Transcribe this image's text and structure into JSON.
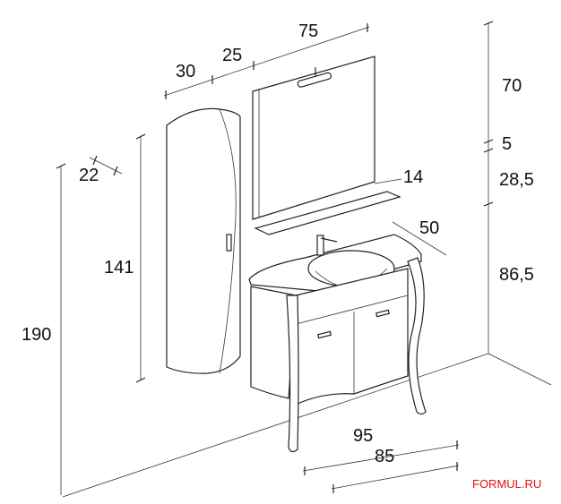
{
  "dimensions": {
    "mirror_width": "75",
    "offset_left": "30",
    "gap": "25",
    "mirror_height": "70",
    "mirror_shelf_gap": "5",
    "shelf_height": "28,5",
    "column_depth": "22",
    "shelf_depth": "14",
    "vanity_depth": "50",
    "column_height": "141",
    "vanity_height": "86,5",
    "total_height": "190",
    "vanity_top_width": "95",
    "vanity_body_width": "85"
  },
  "watermark": "FORMUL.RU"
}
